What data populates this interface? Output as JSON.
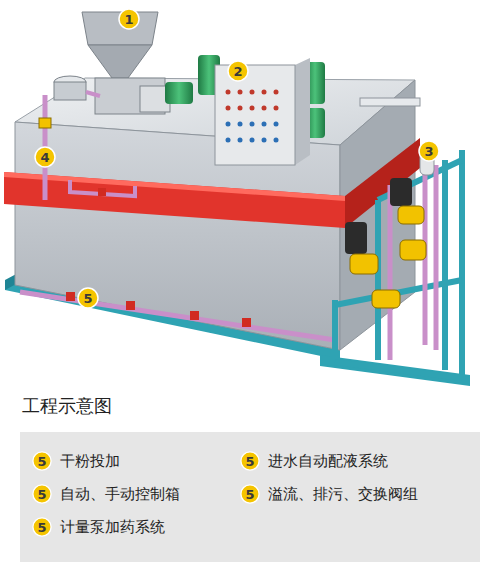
{
  "diagram": {
    "title": "工程示意图",
    "nodes": [
      {
        "text": [
          "1"
        ]
      },
      {
        "text": [
          "2"
        ]
      },
      {
        "text": [
          "3"
        ]
      },
      {
        "text": [
          "4"
        ]
      },
      {
        "text": [
          "5"
        ]
      },
      {
        "text": [
          "干粉投加",
          "自动、手动控制箱",
          "计量泵加药系统",
          "进水自动配液系统",
          "溢流、排污、交换阀组"
        ]
      },
      {
        "text": [
          "5"
        ],
        "in": 5
      },
      {
        "text": [
          "5"
        ],
        "in": 5
      },
      {
        "text": [
          "5"
        ],
        "in": 5
      },
      {
        "text": [
          "5"
        ],
        "in": 5
      },
      {
        "text": [
          "5"
        ],
        "in": 5
      }
    ]
  }
}
